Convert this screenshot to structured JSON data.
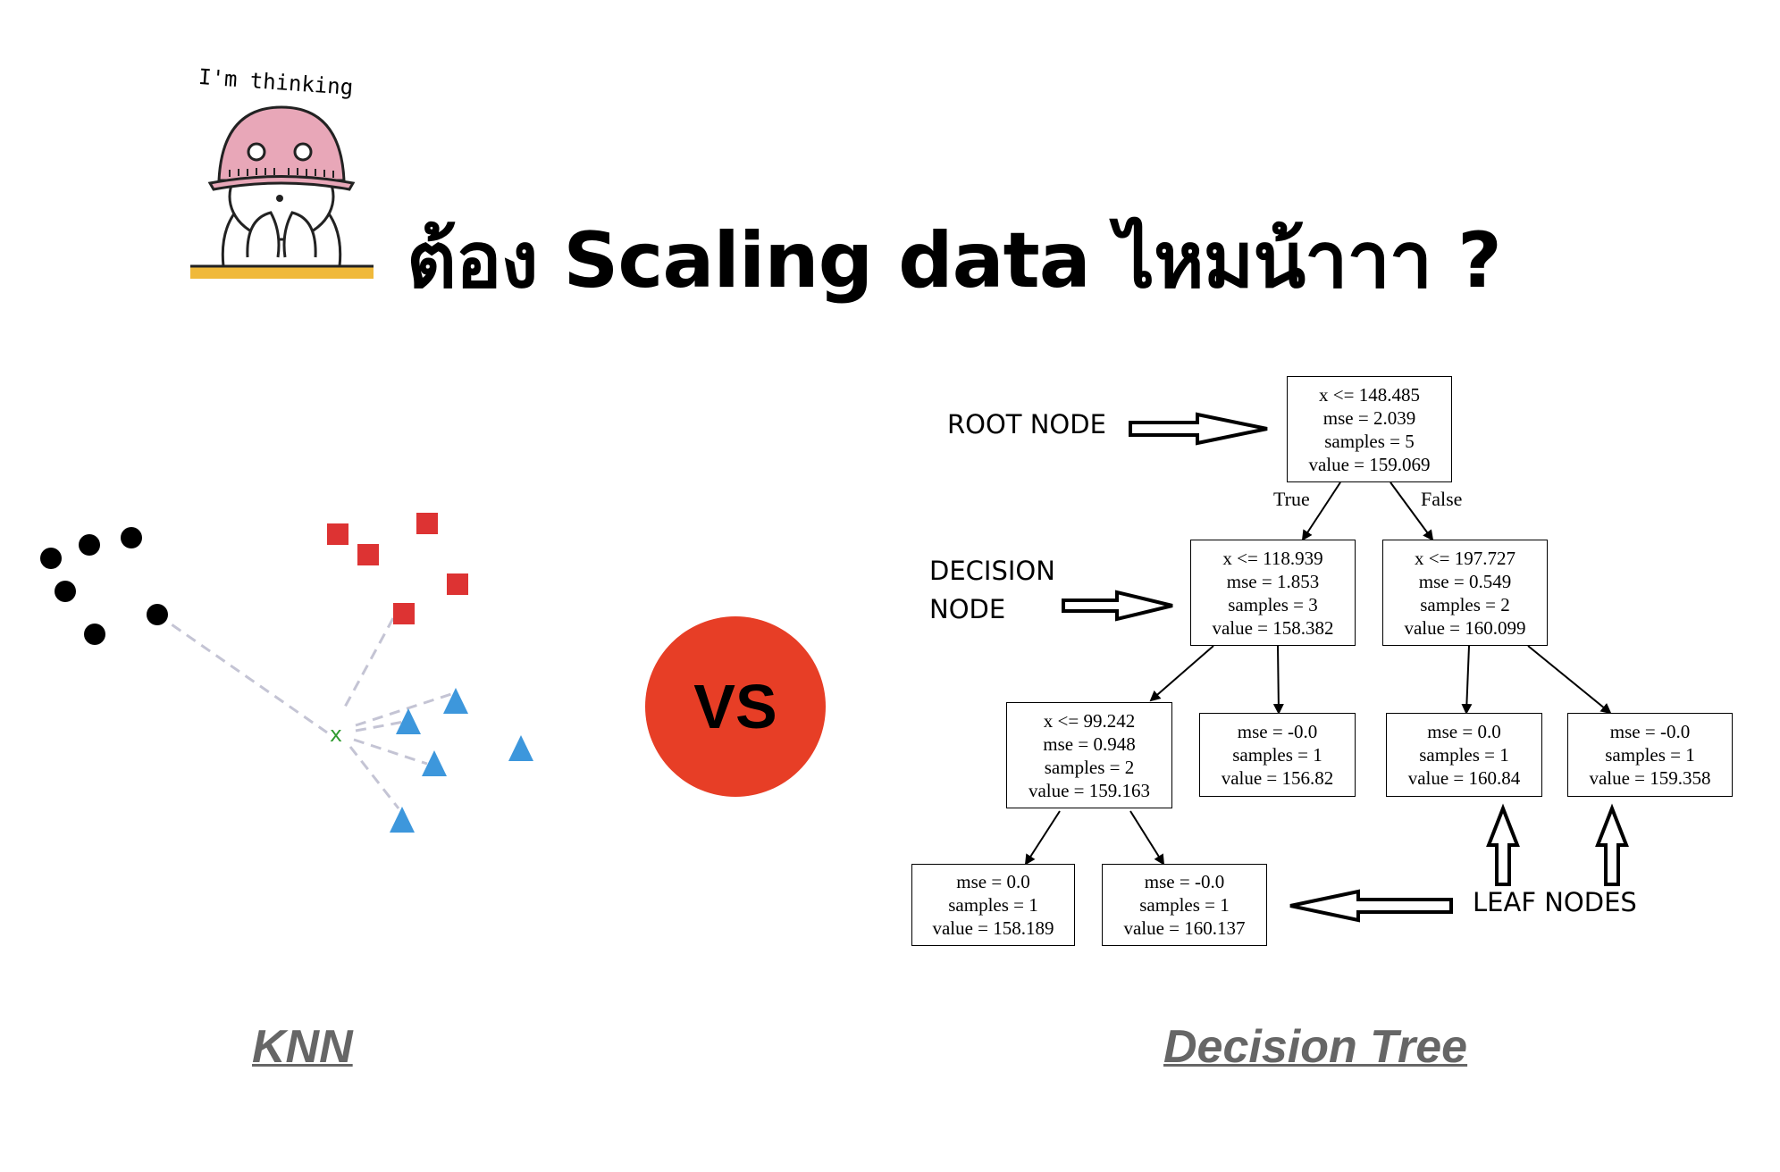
{
  "title": "ต้อง Scaling data ไหมน้าาา ?",
  "mascot": {
    "caption": "I'm thinking",
    "icon": "thinking-mascot-icon",
    "hat_color": "#e8a7b8",
    "table_color": "#f0b93a"
  },
  "vs_label": "VS",
  "knn": {
    "caption": "KNN",
    "query_label": "x",
    "colors": {
      "circle": "#000000",
      "square": "#dd3333",
      "triangle": "#3d97dc",
      "query": "#2e9a2e"
    }
  },
  "decision_tree": {
    "caption": "Decision Tree",
    "annotations": {
      "root": "ROOT NODE",
      "decision_line1": "DECISION",
      "decision_line2": "NODE",
      "leaf": "LEAF NODES"
    },
    "edge_labels": {
      "true": "True",
      "false": "False"
    },
    "nodes": [
      {
        "id": "root",
        "lines": [
          "x <= 148.485",
          "mse = 2.039",
          "samples = 5",
          "value = 159.069"
        ]
      },
      {
        "id": "left",
        "lines": [
          "x <= 118.939",
          "mse = 1.853",
          "samples = 3",
          "value = 158.382"
        ]
      },
      {
        "id": "right",
        "lines": [
          "x <= 197.727",
          "mse = 0.549",
          "samples = 2",
          "value = 160.099"
        ]
      },
      {
        "id": "left_left",
        "lines": [
          "x <= 99.242",
          "mse = 0.948",
          "samples = 2",
          "value = 159.163"
        ]
      },
      {
        "id": "left_right",
        "lines": [
          "mse = -0.0",
          "samples = 1",
          "value = 156.82"
        ]
      },
      {
        "id": "right_left",
        "lines": [
          "mse = 0.0",
          "samples = 1",
          "value = 160.84"
        ]
      },
      {
        "id": "right_right",
        "lines": [
          "mse = -0.0",
          "samples = 1",
          "value = 159.358"
        ]
      },
      {
        "id": "ll_left",
        "lines": [
          "mse = 0.0",
          "samples = 1",
          "value = 158.189"
        ]
      },
      {
        "id": "ll_right",
        "lines": [
          "mse = -0.0",
          "samples = 1",
          "value = 160.137"
        ]
      }
    ]
  },
  "colors": {
    "vs_circle": "#e73e26",
    "caption_grey": "#666666"
  }
}
